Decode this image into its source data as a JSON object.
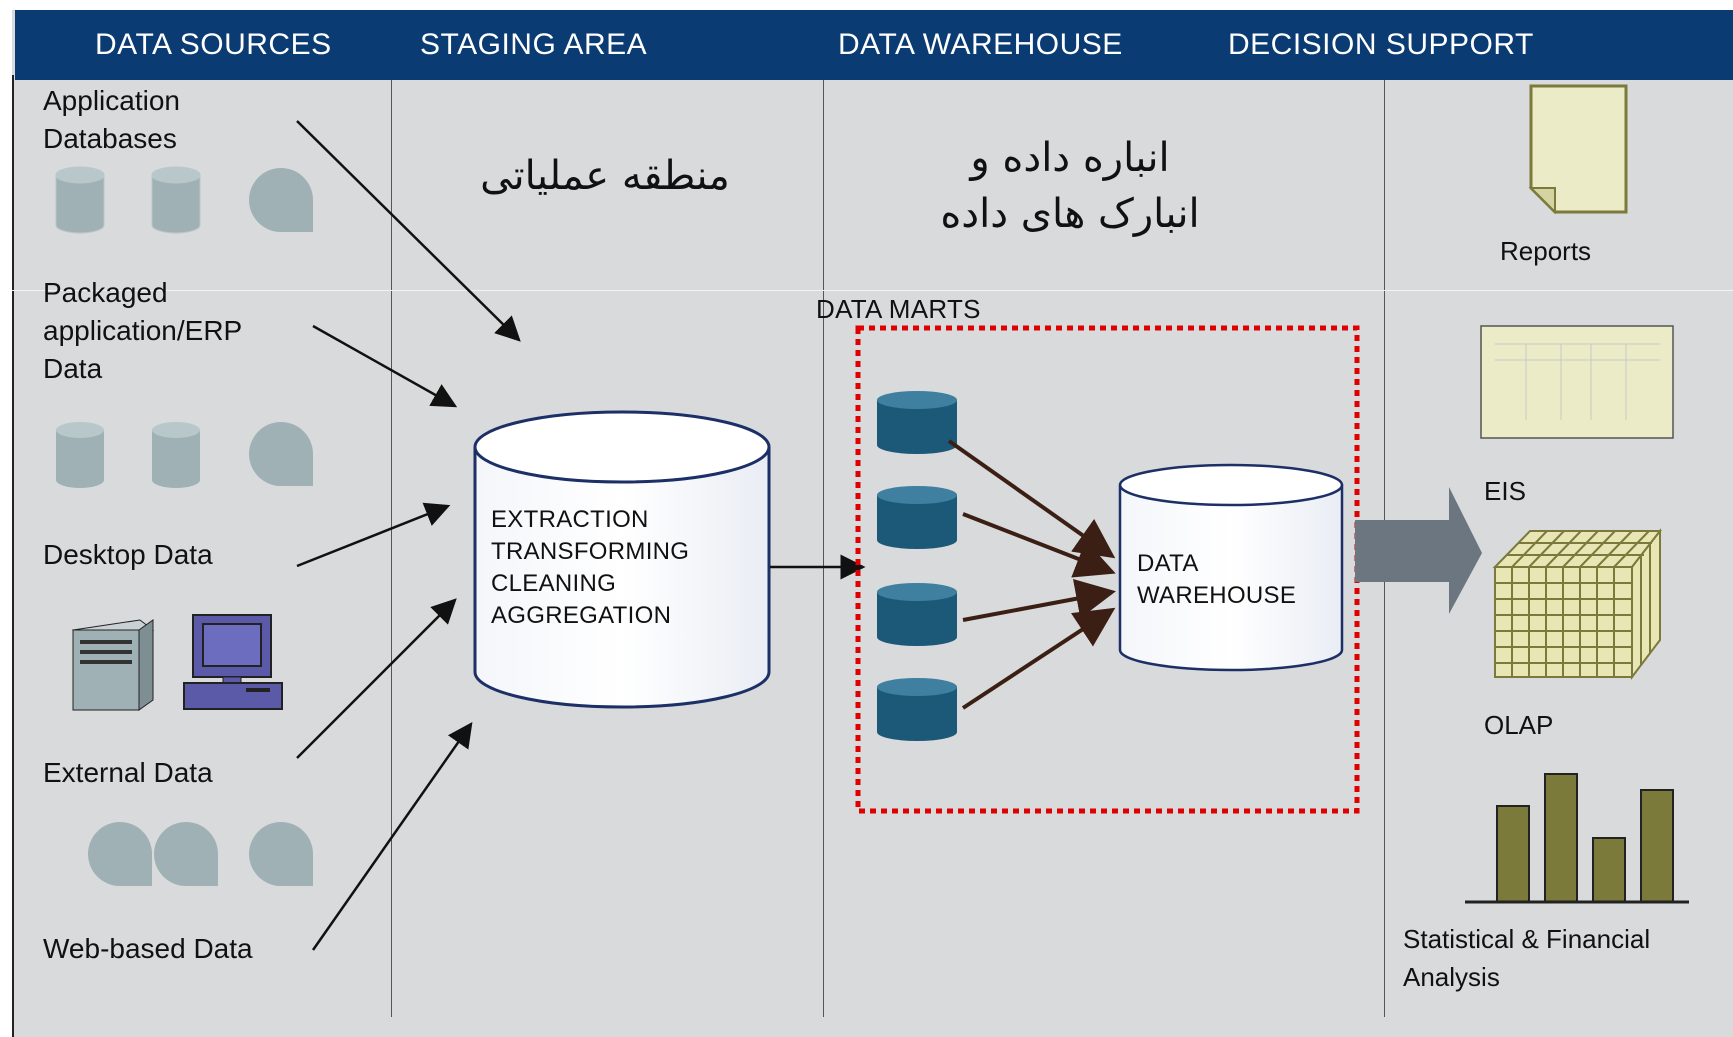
{
  "header": {
    "columns": [
      "DATA SOURCES",
      "STAGING AREA",
      "DATA WAREHOUSE",
      "DECISION SUPPORT"
    ]
  },
  "sources": {
    "application_databases": "Application\nDatabases",
    "packaged_erp": "Packaged\napplication/ERP\nData",
    "desktop": "Desktop Data",
    "external": "External Data",
    "web": "Web-based Data"
  },
  "staging": {
    "persian_title": "منطقه عملیاتی",
    "process_steps": "EXTRACTION\nTRANSFORMING\nCLEANING\nAGGREGATION"
  },
  "warehouse": {
    "persian_title": "انباره داده و\nانبارک های داده",
    "data_marts_label": "DATA MARTS",
    "warehouse_label": "DATA\nWAREHOUSE"
  },
  "decision_support": {
    "reports": "Reports",
    "eis": "EIS",
    "olap": "OLAP",
    "statistical": "Statistical & Financial\nAnalysis"
  },
  "colors": {
    "header_bg": "#0a3b72",
    "panel_bg": "#d9dadb",
    "source_icon": "#9fb1b5",
    "data_mart_icon": "#1c5878",
    "dashed_border": "#e00000",
    "big_arrow": "#6b7680",
    "bar_chart": "#7b7a3a",
    "report_paper": "#ecebc8"
  }
}
